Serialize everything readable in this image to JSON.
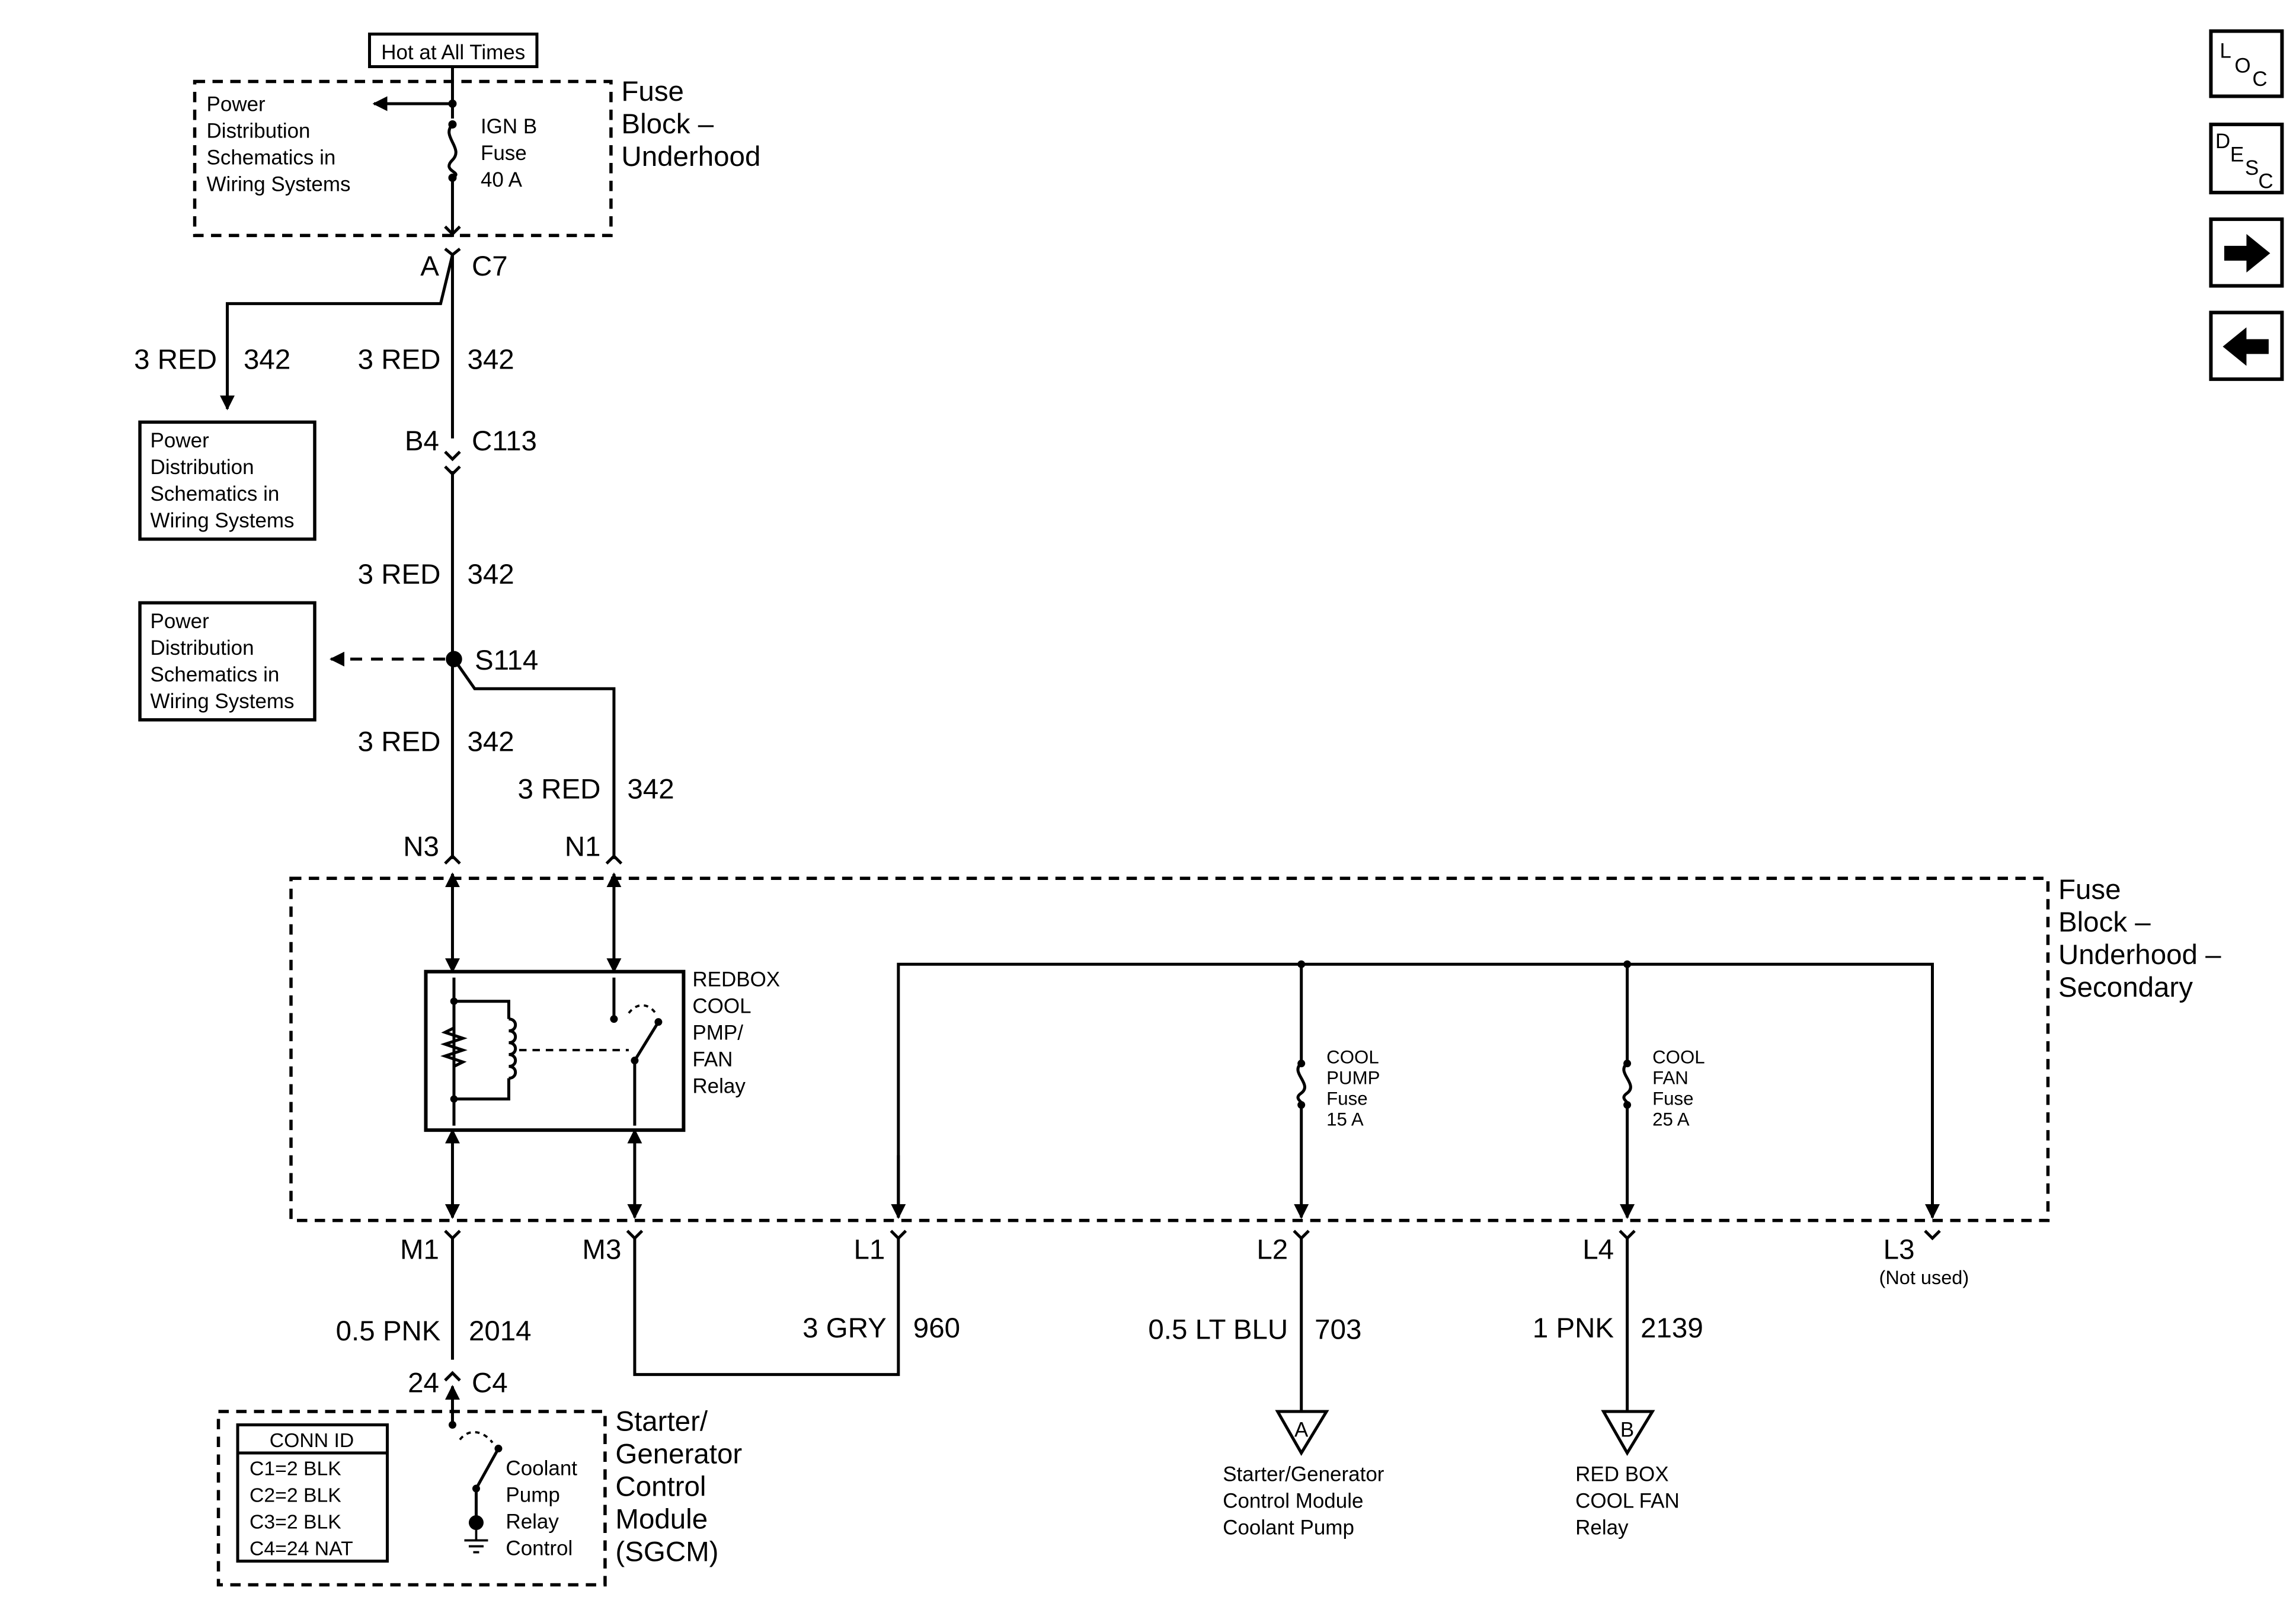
{
  "top": {
    "hot_label": "Hot at All Times",
    "fuse_block_title": [
      "Fuse",
      "Block –",
      "Underhood"
    ],
    "pd_note": [
      "Power",
      "Distribution",
      "Schematics in",
      "Wiring Systems"
    ],
    "ign_fuse": [
      "IGN B",
      "Fuse",
      "40 A"
    ]
  },
  "connectors": {
    "a": "A",
    "c7": "C7",
    "b4": "B4",
    "c113": "C113",
    "s114": "S114",
    "n3": "N3",
    "n1": "N1",
    "m1": "M1",
    "m3": "M3",
    "l1": "L1",
    "l2": "L2",
    "l4": "L4",
    "l3": "L3",
    "l3_note": "(Not used)",
    "pin24": "24",
    "c4": "C4"
  },
  "wires": {
    "w1_color": "3 RED",
    "w1_circuit": "342",
    "w2_color": "3 RED",
    "w2_circuit": "342",
    "w3_color": "3 RED",
    "w3_circuit": "342",
    "w4_color": "3 RED",
    "w4_circuit": "342",
    "w5_color": "3 RED",
    "w5_circuit": "342",
    "m1_color": "0.5 PNK",
    "m1_circuit": "2014",
    "l1_color": "3 GRY",
    "l1_circuit": "960",
    "l2_color": "0.5 LT BLU",
    "l2_circuit": "703",
    "l4_color": "1 PNK",
    "l4_circuit": "2139"
  },
  "pd_box1": [
    "Power",
    "Distribution",
    "Schematics in",
    "Wiring Systems"
  ],
  "pd_box2": [
    "Power",
    "Distribution",
    "Schematics in",
    "Wiring Systems"
  ],
  "secondary": {
    "title": [
      "Fuse",
      "Block –",
      "Underhood –",
      "Secondary"
    ],
    "relay_label": [
      "REDBOX",
      "COOL",
      "PMP/",
      "FAN",
      "Relay"
    ],
    "pump_fuse": [
      "COOL",
      "PUMP",
      "Fuse",
      "15 A"
    ],
    "fan_fuse": [
      "COOL",
      "FAN",
      "Fuse",
      "25 A"
    ]
  },
  "sgcm": {
    "title": [
      "Starter/",
      "Generator",
      "Control",
      "Module",
      "(SGCM)"
    ],
    "conn_header": "CONN ID",
    "conn_rows": [
      "C1=2 BLK",
      "C2=2 BLK",
      "C3=2 BLK",
      "C4=24 NAT"
    ],
    "relay_control": [
      "Coolant",
      "Pump",
      "Relay",
      "Control"
    ]
  },
  "refs": {
    "a_letter": "A",
    "a_desc": [
      "Starter/Generator",
      "Control Module",
      "Coolant Pump"
    ],
    "b_letter": "B",
    "b_desc": [
      "RED BOX",
      "COOL FAN",
      "Relay"
    ]
  },
  "nav": {
    "loc": [
      "L",
      "O",
      "C"
    ],
    "desc": [
      "D",
      "E",
      "S",
      "C"
    ],
    "forward_icon": "arrow-right-icon",
    "back_icon": "arrow-left-icon"
  }
}
